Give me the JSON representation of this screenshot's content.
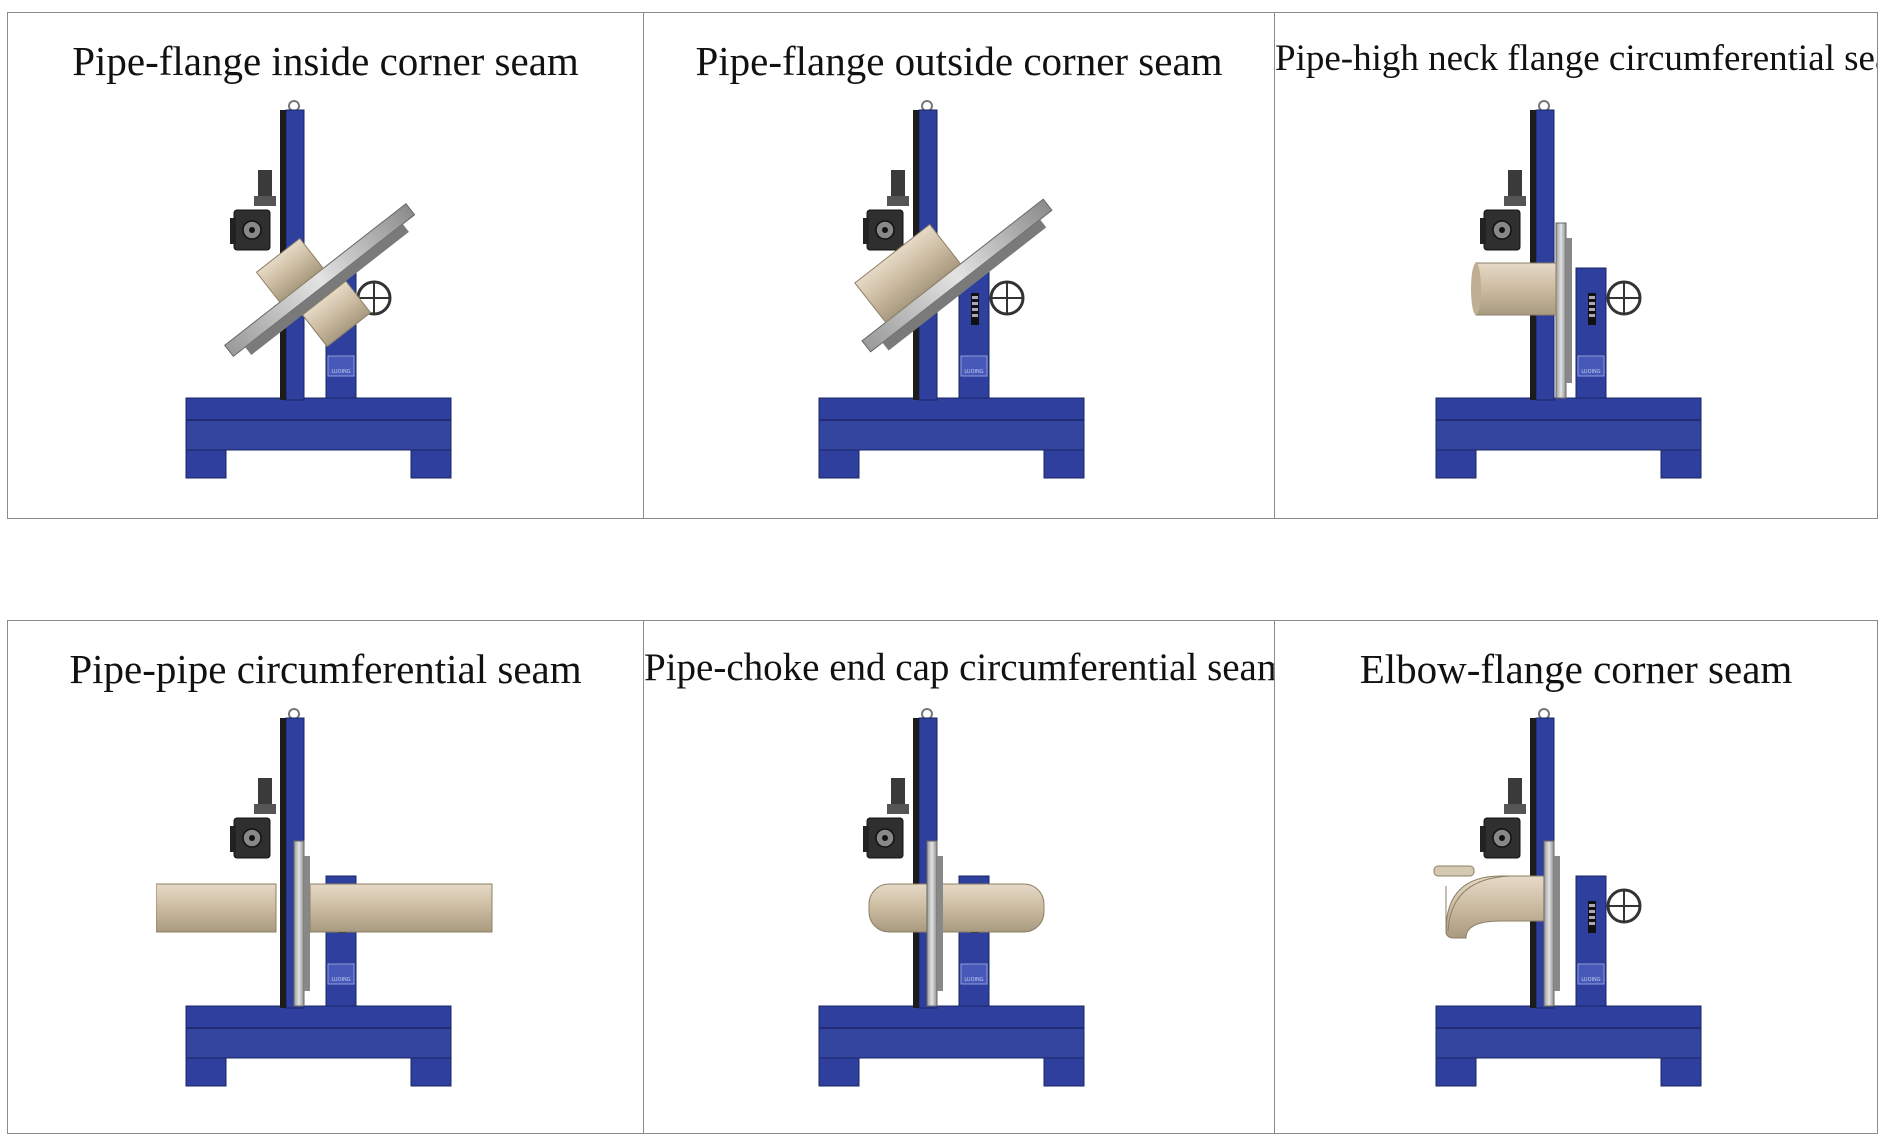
{
  "panels": [
    {
      "label": "Pipe-flange inside corner seam"
    },
    {
      "label": "Pipe-flange outside corner seam"
    },
    {
      "label": "Pipe-high neck flange circumferential seam"
    },
    {
      "label": "Pipe-pipe circumferential seam"
    },
    {
      "label": "Pipe-choke end cap circumferential seam"
    },
    {
      "label": "Elbow-flange corner seam"
    }
  ],
  "colors": {
    "machine_blue": "#2e3f9e",
    "machine_blue_dark": "#1f2c78",
    "pipe_beige": "#cdbfa7",
    "disc_gray": "#b8b8b8",
    "motor_dark": "#3a3a3a"
  },
  "brand_mark": "LUOING"
}
